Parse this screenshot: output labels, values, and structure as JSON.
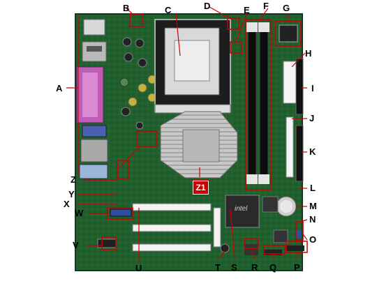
{
  "callouts": {
    "A": "A",
    "B": "B",
    "C": "C",
    "D": "D",
    "E": "E",
    "F": "F",
    "G": "G",
    "H": "H",
    "I": "I",
    "J": "J",
    "K": "K",
    "L": "L",
    "M": "M",
    "N": "N",
    "O": "O",
    "P": "P",
    "Q": "Q",
    "R": "R",
    "S": "S",
    "T": "T",
    "U": "U",
    "V": "V",
    "W": "W",
    "X": "X",
    "Y": "Y",
    "Z": "Z",
    "Z1": "Z1"
  },
  "chip_text": {
    "intel_logo": "intel"
  },
  "colors": {
    "board": "#1f5e2c",
    "callout": "#cc0000",
    "memory_slot": "#0d0d0d",
    "pci_slot": "#f2f2f2",
    "heatsink": "#bdbdbd"
  }
}
